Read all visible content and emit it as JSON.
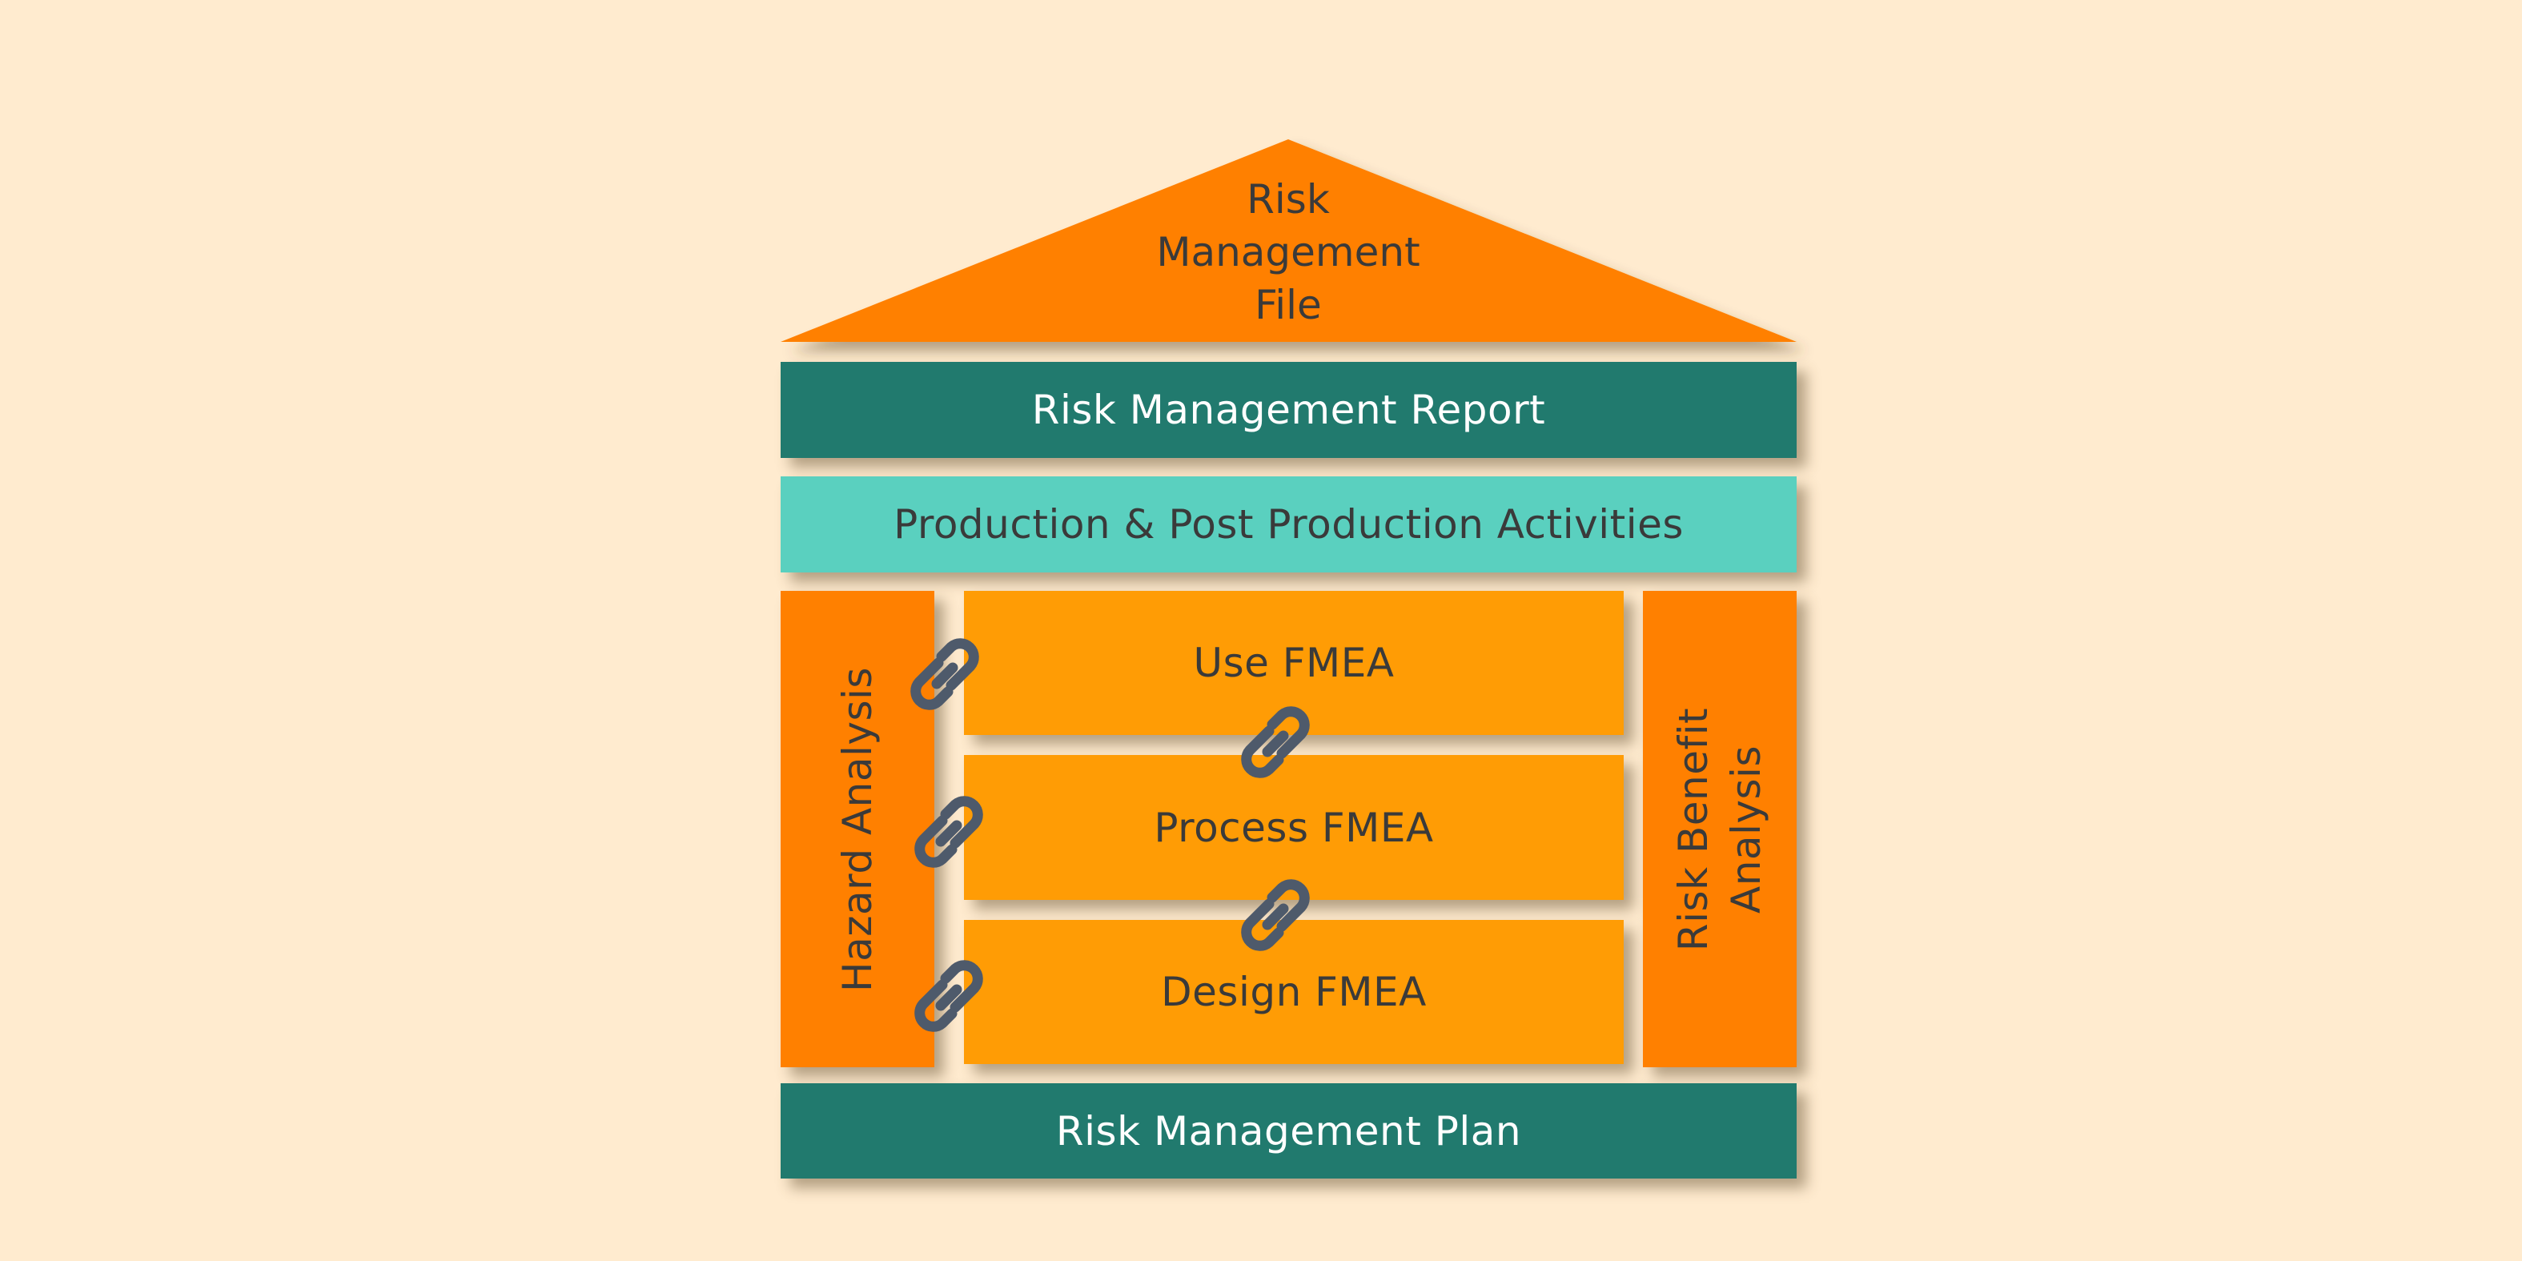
{
  "diagram": {
    "title_lines": [
      "Risk",
      "Management",
      "File"
    ],
    "report": "Risk Management Report",
    "production": "Production & Post Production Activities",
    "left_pillar": "Hazard Analysis",
    "right_pillar_lines": [
      "Risk Benefit",
      "Analysis"
    ],
    "fmea": [
      "Use FMEA",
      "Process FMEA",
      "Design FMEA"
    ],
    "foundation": "Risk Management Plan",
    "link_icon": "chain-link-icon"
  },
  "colors": {
    "background": "#ffebcf",
    "roof": "#ff8000",
    "report": "#217a6e",
    "production": "#5ad0bf",
    "pillars": "#ff8000",
    "fmea": "#ff9c05",
    "foundation": "#217a6e",
    "link": "#4e5a6b",
    "text_dark": "#3a3a3a",
    "text_light": "#ffffff"
  }
}
